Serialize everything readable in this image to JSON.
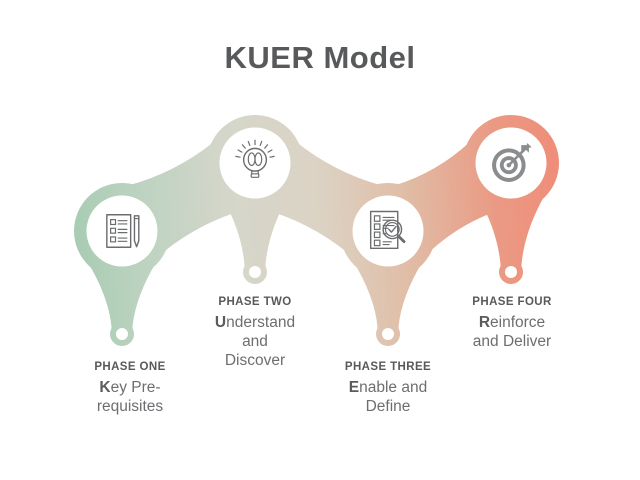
{
  "title": "KUER Model",
  "colors": {
    "gradient_start": "#a9ccb3",
    "gradient_mid": "#dcd3c5",
    "gradient_end": "#ef8d79",
    "title_text": "#58595b",
    "body_text": "#6d6e71",
    "icon_gray": "#8a8c8e"
  },
  "phases": [
    {
      "label": "PHASE ONE",
      "lead": "K",
      "line1": "ey Pre-",
      "line2": "requisites",
      "line3": "",
      "icon": "checklist-pen-icon"
    },
    {
      "label": "PHASE TWO",
      "lead": "U",
      "line1": "nderstand",
      "line2": "and",
      "line3": "Discover",
      "icon": "idea-bulb-icon"
    },
    {
      "label": "PHASE THREE",
      "lead": "E",
      "line1": "nable and",
      "line2": "Define",
      "line3": "",
      "icon": "checklist-magnifier-icon"
    },
    {
      "label": "PHASE FOUR",
      "lead": "R",
      "line1": "einforce",
      "line2": "and Deliver",
      "line3": "",
      "icon": "target-dart-icon"
    }
  ]
}
